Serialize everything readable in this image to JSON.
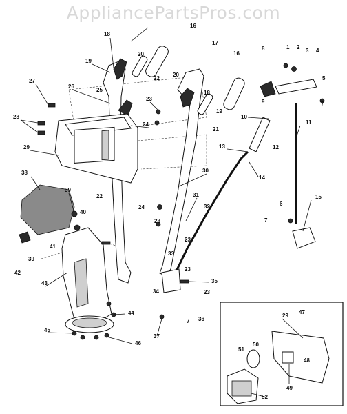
{
  "watermark": "AppliancePartsPros.com",
  "callouts": [
    "1",
    "2",
    "3",
    "4",
    "5",
    "6",
    "7",
    "7",
    "7",
    "8",
    "9",
    "10",
    "11",
    "12",
    "13",
    "14",
    "15",
    "16",
    "16",
    "17",
    "18",
    "18",
    "19",
    "19",
    "20",
    "20",
    "21",
    "22",
    "22",
    "23",
    "23",
    "23",
    "23",
    "23",
    "24",
    "24",
    "25",
    "26",
    "27",
    "28",
    "29",
    "29",
    "30",
    "31",
    "32",
    "33",
    "34",
    "35",
    "36",
    "37",
    "38",
    "39",
    "39",
    "40",
    "41",
    "42",
    "43",
    "44",
    "45",
    "46",
    "47",
    "48",
    "49",
    "50",
    "51",
    "52"
  ],
  "colors": {
    "ink": "#111111",
    "watermark": "#d8d8d8",
    "paper": "#ffffff"
  }
}
